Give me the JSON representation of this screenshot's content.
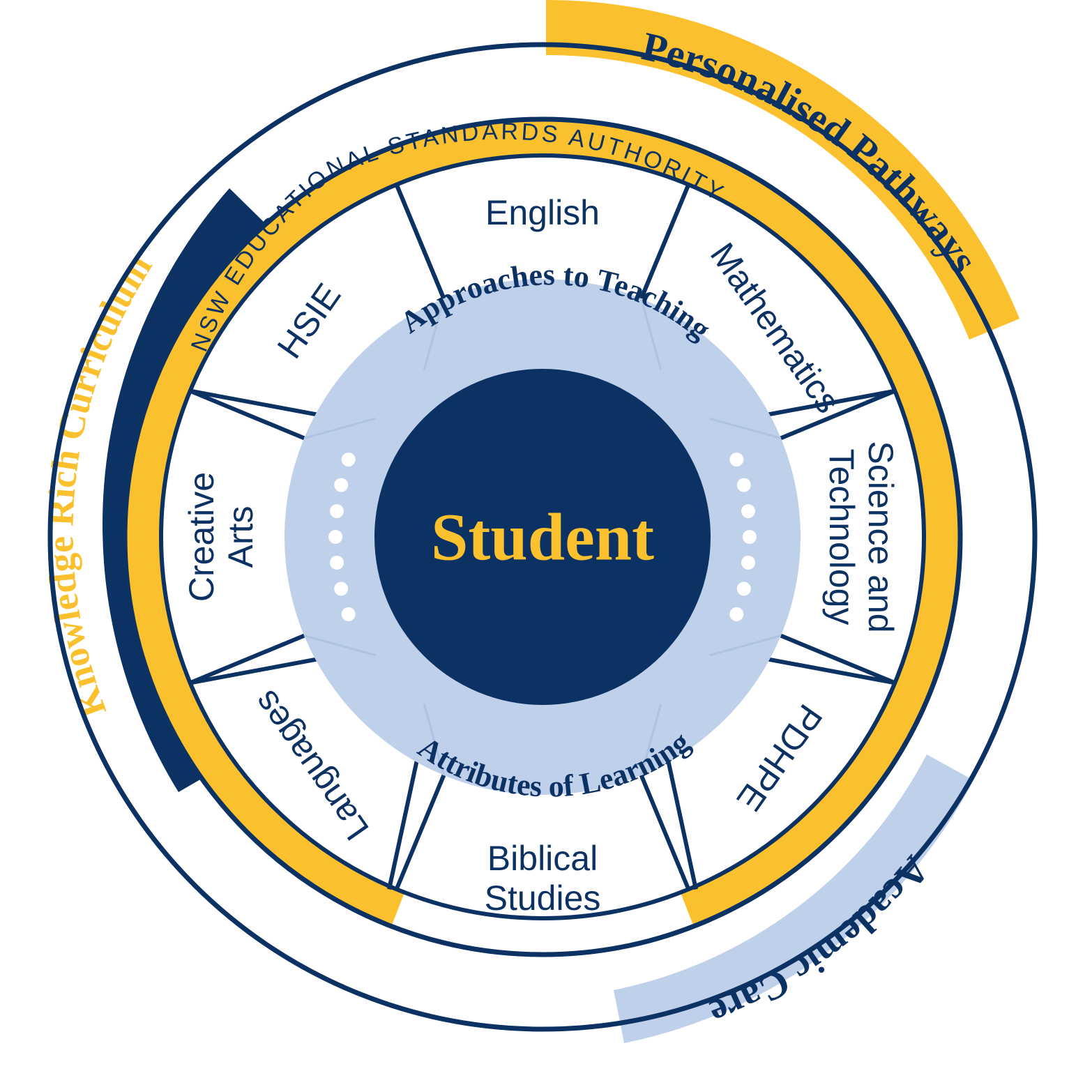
{
  "colors": {
    "navy": "#0C3163",
    "yellow": "#FBC02D",
    "light_blue": "#BFD0EA",
    "white": "#FFFFFF"
  },
  "center": {
    "label": "Student"
  },
  "inner_ring": {
    "top_label": "Approaches to Teaching",
    "bottom_label": "Attributes of Learning"
  },
  "authority_band": {
    "label": "NSW EDUCATIONAL STANDARDS AUTHORITY"
  },
  "subjects": [
    {
      "label": "English",
      "lines": [
        "English"
      ],
      "orientation": "tangential"
    },
    {
      "label": "Mathematics",
      "lines": [
        "Mathematics"
      ],
      "orientation": "radial"
    },
    {
      "label": "Science and Technology",
      "lines": [
        "Science and",
        "Technology"
      ],
      "orientation": "radial"
    },
    {
      "label": "PDHPE",
      "lines": [
        "PDHPE"
      ],
      "orientation": "radial"
    },
    {
      "label": "Biblical Studies",
      "lines": [
        "Biblical",
        "Studies"
      ],
      "orientation": "tangential"
    },
    {
      "label": "Languages",
      "lines": [
        "Languages"
      ],
      "orientation": "radial"
    },
    {
      "label": "Creative Arts",
      "lines": [
        "Creative",
        "Arts"
      ],
      "orientation": "radial"
    },
    {
      "label": "HSIE",
      "lines": [
        "HSIE"
      ],
      "orientation": "radial"
    }
  ],
  "outer_bands": [
    {
      "label": "Knowledge Rich Curriculum",
      "band_color": "#0C3163",
      "text_color": "#FBC02D",
      "position": "left"
    },
    {
      "label": "Personalised Pathways",
      "band_color": "#FBC02D",
      "text_color": "#0C3163",
      "position": "top-right"
    },
    {
      "label": "Academic Care",
      "band_color": "#BFD0EA",
      "text_color": "#0C3163",
      "position": "bottom-right"
    }
  ]
}
